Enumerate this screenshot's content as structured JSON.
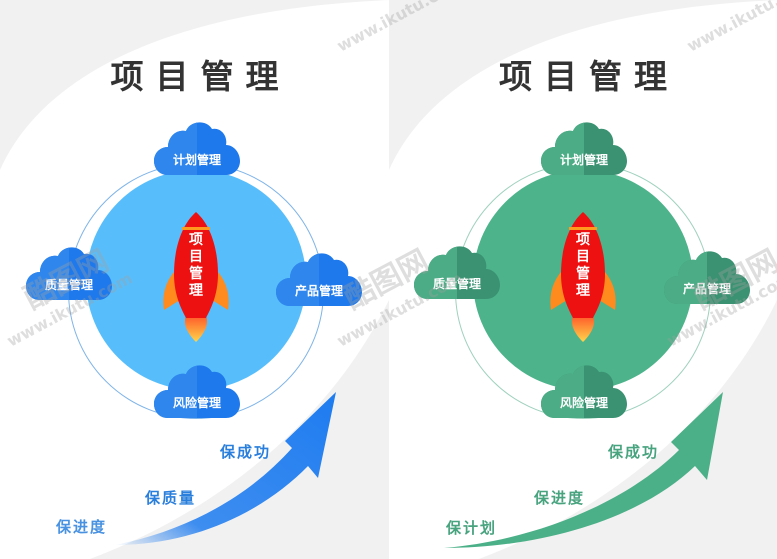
{
  "panels": [
    {
      "theme": "blue",
      "title": "项目管理",
      "colors": {
        "disc": "#58befb",
        "ring": "#7fb4e8",
        "cloud_light": "#2f87ee",
        "cloud_dark": "#1e79ec",
        "arrow": "#1e7cf0",
        "step_text": "#2a7fdc"
      },
      "clouds": {
        "top": "计划管理",
        "left": "质量管理",
        "right": "产品管理",
        "bottom": "风险管理"
      },
      "rocket": {
        "label": [
          "项",
          "目",
          "管",
          "理"
        ]
      },
      "steps": [
        "保进度",
        "保质量",
        "保成功"
      ]
    },
    {
      "theme": "green",
      "title": "项目管理",
      "colors": {
        "disc": "#4db38b",
        "ring": "#9fd1be",
        "cloud_light": "#4bac85",
        "cloud_dark": "#3a9272",
        "arrow": "#4bb088",
        "step_text": "#48a37f"
      },
      "clouds": {
        "top": "计划管理",
        "left": "质量管理",
        "right": "产品管理",
        "bottom": "风险管理"
      },
      "rocket": {
        "label": [
          "项",
          "目",
          "管",
          "理"
        ]
      },
      "steps": [
        "保计划",
        "保进度",
        "保成功"
      ]
    }
  ],
  "watermark": {
    "brand": "酷图网",
    "url": "www.ikutu.com"
  }
}
